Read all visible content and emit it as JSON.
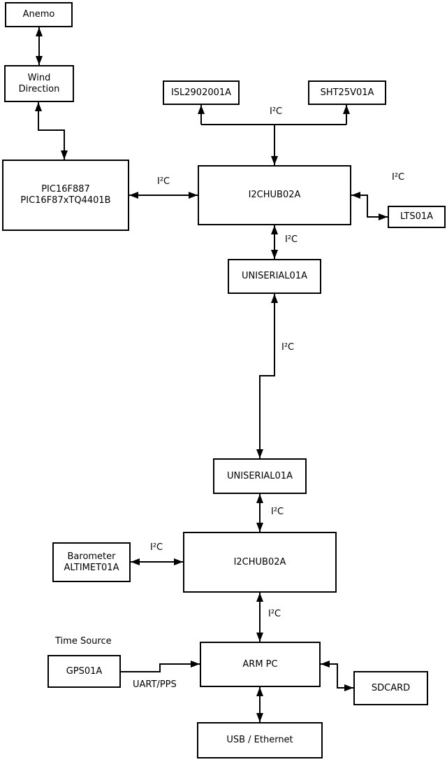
{
  "diagram": {
    "nodes": {
      "anemo": {
        "label": "Anemo"
      },
      "wind_direction": {
        "label": "Wind\nDirection"
      },
      "pic": {
        "label": "PIC16F887\nPIC16F87xTQ4401B"
      },
      "isl": {
        "label": "ISL2902001A"
      },
      "sht": {
        "label": "SHT25V01A"
      },
      "hub1": {
        "label": "I2CHUB02A"
      },
      "lts": {
        "label": "LTS01A"
      },
      "uniserial1": {
        "label": "UNISERIAL01A"
      },
      "uniserial2": {
        "label": "UNISERIAL01A"
      },
      "hub2": {
        "label": "I2CHUB02A"
      },
      "barometer": {
        "label": "Barometer\nALTIMET01A"
      },
      "arm_pc": {
        "label": "ARM PC"
      },
      "gps": {
        "label": "GPS01A"
      },
      "sdcard": {
        "label": "SDCARD"
      },
      "usb_ethernet": {
        "label": "USB / Ethernet"
      }
    },
    "labels": {
      "i2c": "I²C",
      "time_source": "Time Source",
      "uart_pps": "UART/PPS"
    },
    "edges": [
      {
        "between": [
          "anemo",
          "wind_direction"
        ],
        "arrows": "both",
        "label": ""
      },
      {
        "between": [
          "wind_direction",
          "pic"
        ],
        "arrows": "both",
        "label": ""
      },
      {
        "between": [
          "hub1",
          "isl",
          "sht"
        ],
        "arrows": "into_all",
        "label": "I²C"
      },
      {
        "between": [
          "pic",
          "hub1"
        ],
        "arrows": "both",
        "label": "I²C"
      },
      {
        "between": [
          "hub1",
          "lts"
        ],
        "arrows": "both",
        "label": "I²C"
      },
      {
        "between": [
          "hub1",
          "uniserial1"
        ],
        "arrows": "both",
        "label": "I²C"
      },
      {
        "between": [
          "uniserial1",
          "uniserial2"
        ],
        "arrows": "both",
        "label": "I²C"
      },
      {
        "between": [
          "uniserial2",
          "hub2"
        ],
        "arrows": "both",
        "label": "I²C"
      },
      {
        "between": [
          "barometer",
          "hub2"
        ],
        "arrows": "both",
        "label": "I²C"
      },
      {
        "between": [
          "hub2",
          "arm_pc"
        ],
        "arrows": "both",
        "label": "I²C"
      },
      {
        "between": [
          "gps",
          "arm_pc"
        ],
        "arrows": "into_arm_pc",
        "label": "UART/PPS"
      },
      {
        "between": [
          "arm_pc",
          "sdcard"
        ],
        "arrows": "both",
        "label": ""
      },
      {
        "between": [
          "arm_pc",
          "usb_ethernet"
        ],
        "arrows": "both",
        "label": ""
      }
    ],
    "colors": {
      "line": "#000000",
      "box_background": "#ffffff",
      "text": "#000000",
      "page_background": "#ffffff"
    }
  }
}
